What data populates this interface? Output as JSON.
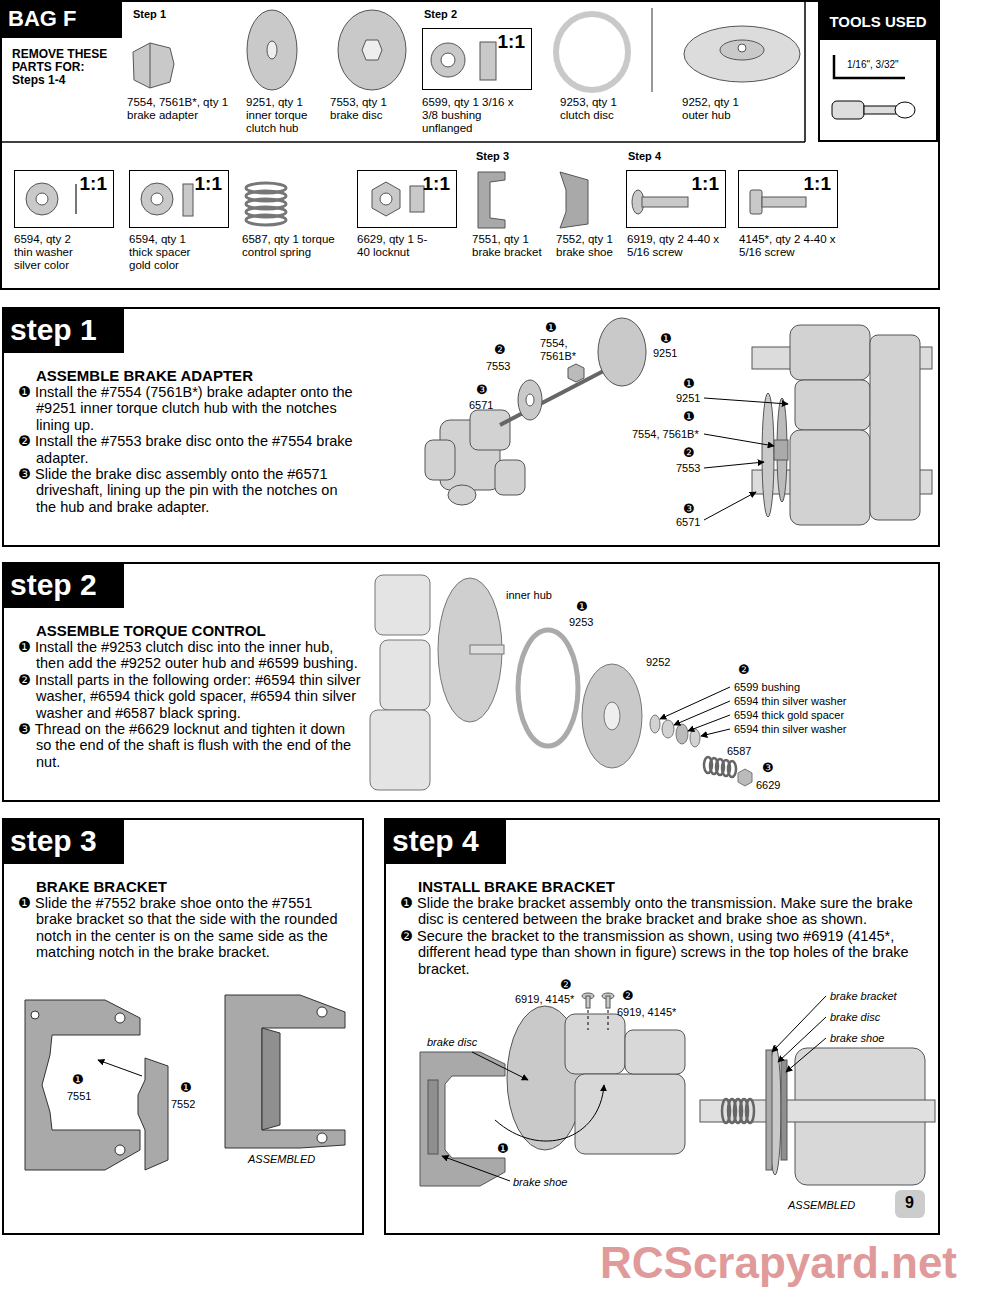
{
  "diagram": {
    "nodes": [
      {
        "text": [
          "BAG F",
          "REMOVE THESE PARTS FOR: Steps 1-4"
        ]
      },
      {
        "text": [
          "TOOLS USED",
          "1/16\", 3/32\""
        ],
        "in": 0
      },
      {
        "text": [
          "1:1"
        ],
        "in": 0
      },
      {
        "text": [
          "1:1"
        ],
        "in": 0
      },
      {
        "text": [
          "1:1"
        ],
        "in": 0
      },
      {
        "text": [
          "1:1"
        ],
        "in": 0
      },
      {
        "text": [
          "1:1"
        ],
        "in": 0
      },
      {
        "text": [
          "1:1"
        ],
        "in": 0
      },
      {
        "text": [
          "step 1",
          "ASSEMBLE BRAKE ADAPTER",
          "❶ Install the #7554 (7561B*) brake adapter onto the #9251 inner torque clutch hub with the notches lining up.",
          "❷ Install the #7553 brake disc onto the #7554 brake adapter.",
          "❸ Slide the brake disc assembly onto the #6571 driveshaft, lining up the pin with the notches on the hub and brake adapter."
        ]
      },
      {
        "text": [
          "step 2",
          "ASSEMBLE TORQUE CONTROL",
          "❶ Install the #9253 clutch disc into the inner hub, then add the #9252 outer hub and #6599 bushing.",
          "❷ Install parts in the following order: #6594 thin silver washer, #6594 thick gold spacer, #6594 thin silver washer and #6587 black spring.",
          "❸ Thread on the #6629 locknut and tighten it down so the end of the shaft is flush with the end of the nut."
        ]
      },
      {
        "text": [
          "step 3",
          "BRAKE BRACKET",
          "❶ Slide the #7552 brake shoe onto the #7551 brake bracket so that the side with the rounded notch in the center is on the same side as the matching notch in the brake bracket."
        ]
      },
      {
        "text": [
          "step 4",
          "INSTALL BRAKE BRACKET",
          "❶ Slide the brake bracket assembly onto the transmission. Make sure the brake disc is centered between the brake bracket and brake shoe as shown.",
          "❷ Secure the bracket to the transmission as shown, using two #6919 (4145*, different head type than shown in figure) screws in the top holes of the brake bracket."
        ]
      }
    ],
    "labels": [
      "Step 1",
      "7554, 7561B*, qty 1 brake adapter",
      "9251, qty 1 inner torque clutch hub",
      "7553, qty 1 brake disc",
      "Step 2",
      "6599, qty 1 3/16 x 3/8 bushing unflanged",
      "9253, qty 1 clutch disc",
      "9252, qty 1 outer hub",
      "6594, qty 2 thin washer silver color",
      "6594, qty 1 thick spacer gold color",
      "6587, qty 1 torque control spring",
      "6629, qty 1 5-40 locknut",
      "Step 3",
      "7551, qty 1 brake bracket",
      "7552, qty 1 brake shoe",
      "Step 4",
      "6919, qty 2 4-40 x 5/16 screw",
      "4145*, qty 2 4-40 x 5/16 screw",
      "❶",
      "7554, 7561B*",
      "❷",
      "7553",
      "❸",
      "6571",
      "❶",
      "9251",
      "❶",
      "9251",
      "❶",
      "7554, 7561B*",
      "❷",
      "7553",
      "❸",
      "6571",
      "inner hub",
      "❶",
      "9253",
      "9252",
      "❷",
      "6599 bushing",
      "6594 thin silver washer",
      "6594 thick gold spacer",
      "6594 thin silver washer",
      "6587",
      "❸",
      "6629",
      "❶",
      "7551",
      "❶",
      "7552",
      "ASSEMBLED",
      "❷",
      "6919, 4145*",
      "❷",
      "6919, 4145*",
      "brake disc",
      "❶",
      "brake shoe",
      "brake bracket",
      "brake disc",
      "brake shoe",
      "ASSEMBLED",
      "9",
      "RCScrapyard.net"
    ]
  }
}
